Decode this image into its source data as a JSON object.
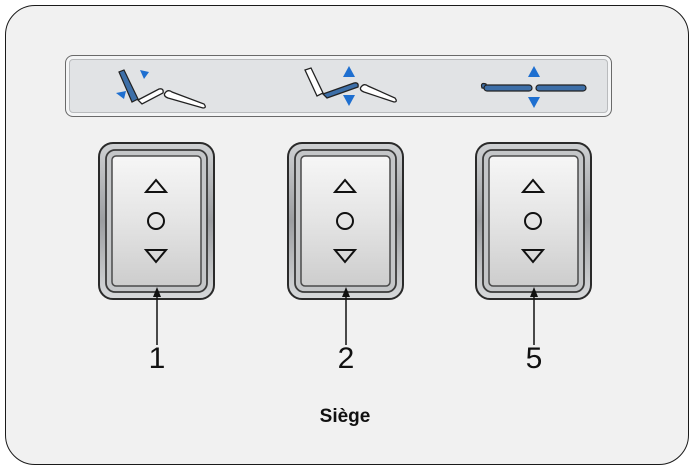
{
  "controls": [
    {
      "number": "1",
      "icon": "seat-backrest-recline-icon",
      "switch_icons": [
        "up-triangle-icon",
        "circle-icon",
        "down-triangle-icon"
      ]
    },
    {
      "number": "2",
      "icon": "seat-tilt-icon",
      "switch_icons": [
        "up-triangle-icon",
        "circle-icon",
        "down-triangle-icon"
      ]
    },
    {
      "number": "5",
      "icon": "seat-height-icon",
      "switch_icons": [
        "up-triangle-icon",
        "circle-icon",
        "down-triangle-icon"
      ]
    }
  ],
  "caption": "Siège",
  "colors": {
    "accent_blue": "#1e6fd0",
    "seat_fill": "#3d6fa8",
    "switch_frame": "#2a2a2a",
    "panel": "#f1f1f1",
    "icon_strip": "#e1e3e5"
  }
}
